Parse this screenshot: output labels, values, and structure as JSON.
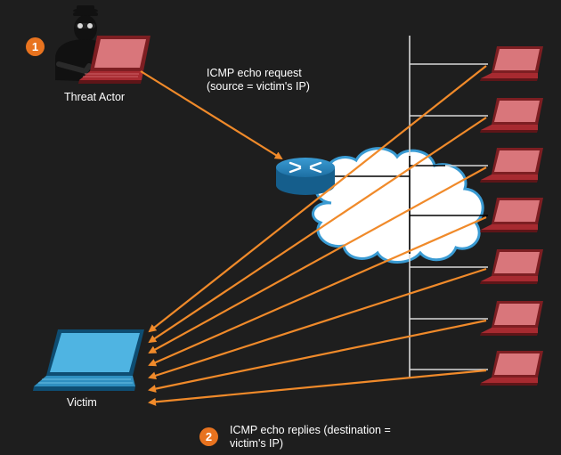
{
  "labels": {
    "threat_actor": "Threat Actor",
    "victim": "Victim",
    "request_line1": "ICMP echo request",
    "request_line2": "(source = victim's IP)",
    "replies_line1": "ICMP echo replies (destination =",
    "replies_line2": "victim's IP)"
  },
  "steps": [
    "1",
    "2"
  ],
  "colors": {
    "background": "#1e1e1e",
    "arrow": "#f08a2a",
    "badge": "#e8731f",
    "host_laptop": "#b83238",
    "victim_laptop": "#2f8fc0",
    "router": "#1f78ad",
    "cloud": "#ffffff",
    "network_line": "#000000"
  },
  "icons": [
    "threat-actor-icon",
    "router-icon",
    "cloud-icon",
    "laptop-icon"
  ],
  "reflector_count": 7
}
